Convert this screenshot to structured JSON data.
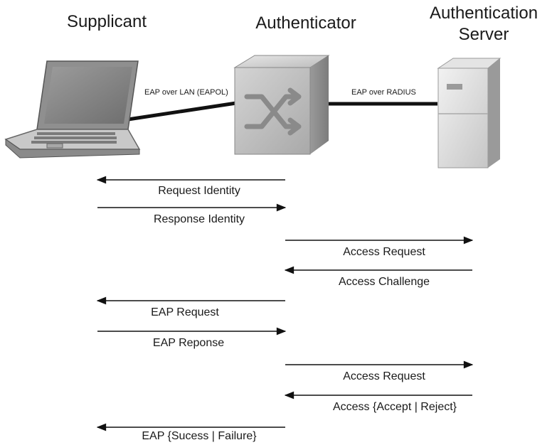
{
  "headers": {
    "supplicant": "Supplicant",
    "authenticator": "Authenticator",
    "server": "Authentication Server"
  },
  "links": {
    "eapol": "EAP over LAN (EAPOL)",
    "radius": "EAP over RADIUS"
  },
  "messages": [
    {
      "label": "Request Identity",
      "direction": "left",
      "from": "authenticator",
      "to": "supplicant"
    },
    {
      "label": "Response Identity",
      "direction": "right",
      "from": "supplicant",
      "to": "authenticator"
    },
    {
      "label": "Access Request",
      "direction": "right",
      "from": "authenticator",
      "to": "server"
    },
    {
      "label": "Access Challenge",
      "direction": "left",
      "from": "server",
      "to": "authenticator"
    },
    {
      "label": "EAP Request",
      "direction": "left",
      "from": "authenticator",
      "to": "supplicant"
    },
    {
      "label": "EAP Reponse",
      "direction": "right",
      "from": "supplicant",
      "to": "authenticator"
    },
    {
      "label": "Access Request",
      "direction": "right",
      "from": "authenticator",
      "to": "server"
    },
    {
      "label": "Access {Accept | Reject}",
      "direction": "left",
      "from": "server",
      "to": "authenticator"
    },
    {
      "label": "EAP {Sucess | Failure}",
      "direction": "left",
      "from": "authenticator",
      "to": "supplicant"
    }
  ],
  "icons": {
    "supplicant": "laptop-icon",
    "authenticator": "switch-icon",
    "server": "server-icon"
  }
}
